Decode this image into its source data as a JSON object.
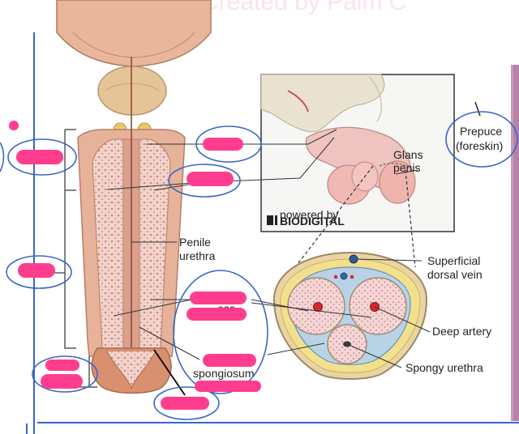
{
  "watermark": "Created by Palm C",
  "brand": {
    "powered_by": "powered by",
    "name": "BIODIGITAL"
  },
  "labels": {
    "prepuce_line1": "Prepuce",
    "prepuce_line2": "(foreskin)",
    "glans_line1": "Glans",
    "glans_line2": "penis",
    "penile_urethra_line1": "Penile",
    "penile_urethra_line2": "urethra",
    "superficial_dorsal_vein_line1": "Superficial",
    "superficial_dorsal_vein_line2": "dorsal vein",
    "deep_artery": "Deep artery",
    "spongy_urethra": "Spongy urethra",
    "partial_cavernosa": "osa",
    "partial_spongiosum": "spongiosum"
  },
  "colors": {
    "tissue": "#c98a6e",
    "tissue_light": "#f1d6c7",
    "spongy": "#e9c2bd",
    "fat": "#f2de8a",
    "highlighter": "#ff3d8e",
    "annotation_blue": "#3a66c8",
    "bladder": "#e7b89c",
    "prostate": "#e0c08c"
  }
}
